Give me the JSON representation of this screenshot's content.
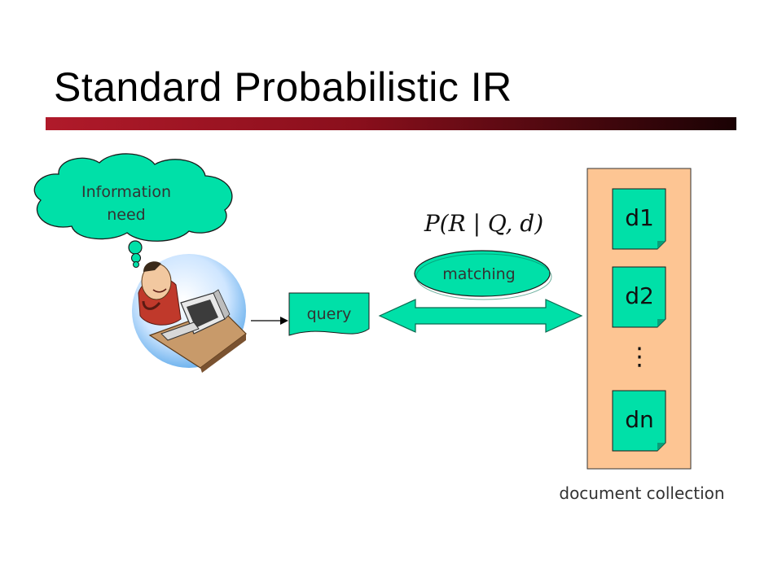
{
  "slide": {
    "title": "Standard Probabilistic IR"
  },
  "thought": {
    "line1": "Information",
    "line2": "need"
  },
  "query": {
    "label": "query"
  },
  "matching": {
    "label": "matching",
    "formula": "P(R | Q, d)"
  },
  "collection": {
    "label": "document collection",
    "docs": [
      "d1",
      "d2",
      "dn"
    ],
    "ellipsis": "⋮"
  },
  "colors": {
    "accent_green": "#00e0a8",
    "collection_bg": "#fdc593",
    "title_bar_start": "#b01a2a",
    "title_bar_end": "#1a0204",
    "arrow_fill": "#0a9e78"
  }
}
